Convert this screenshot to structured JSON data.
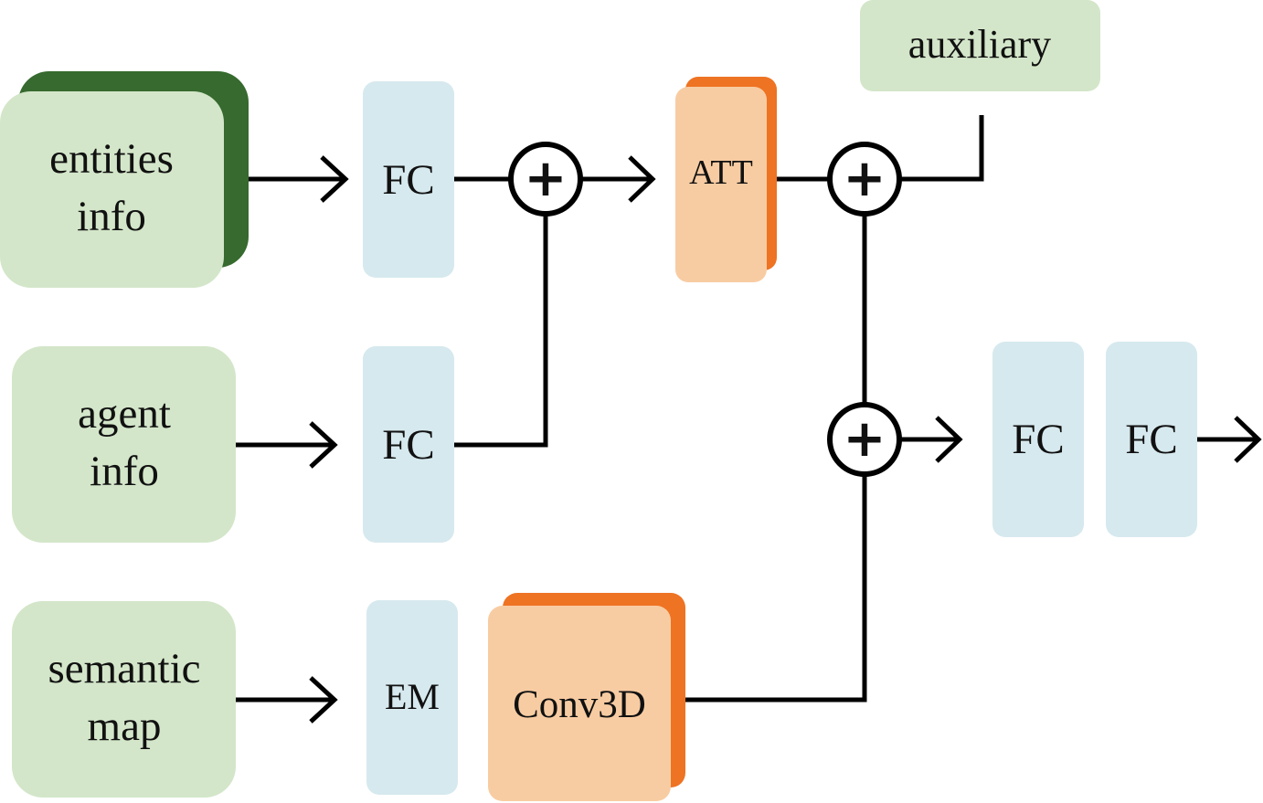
{
  "colors": {
    "input_fill": "#d3e6c9",
    "input_shadow": "#366a2e",
    "fc_fill": "#d6e9ee",
    "orange_fill": "#f8cca2",
    "orange_shadow": "#ee7323",
    "line": "#000000"
  },
  "inputs": {
    "entities": {
      "line1": "entities",
      "line2": "info"
    },
    "agent": {
      "line1": "agent",
      "line2": "info"
    },
    "semantic": {
      "line1": "semantic",
      "line2": "map"
    }
  },
  "blocks": {
    "fc_entities": "FC",
    "fc_agent": "FC",
    "em": "EM",
    "att": "ATT",
    "conv3d": "Conv3D",
    "auxiliary": "auxiliary",
    "fc_out_1": "FC",
    "fc_out_2": "FC"
  },
  "symbols": {
    "add": "+"
  }
}
